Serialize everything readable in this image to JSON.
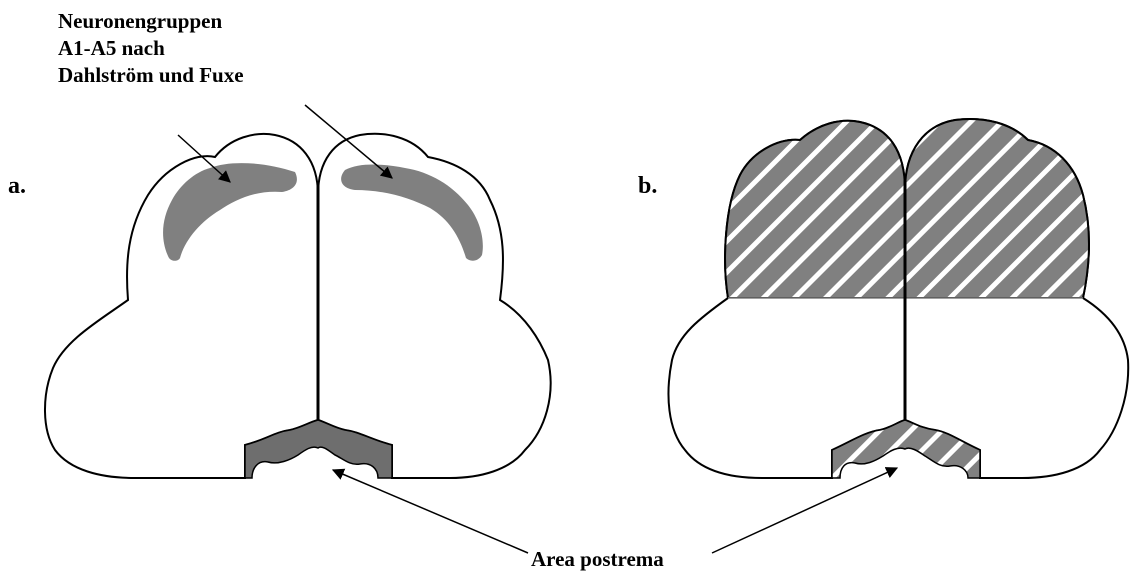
{
  "annotations": {
    "neuron_groups_lines": [
      "Neuronengruppen",
      "A1-A5 nach",
      "Dahlström und Fuxe"
    ],
    "area_postrema": "Area postrema"
  },
  "panels": {
    "a_label": "a.",
    "b_label": "b."
  },
  "colors": {
    "outline": "#000000",
    "region_fill": "#808080",
    "postrema_fill_a": "#6e6e6e",
    "hatch_light": "#ffffff",
    "background": "#ffffff"
  }
}
